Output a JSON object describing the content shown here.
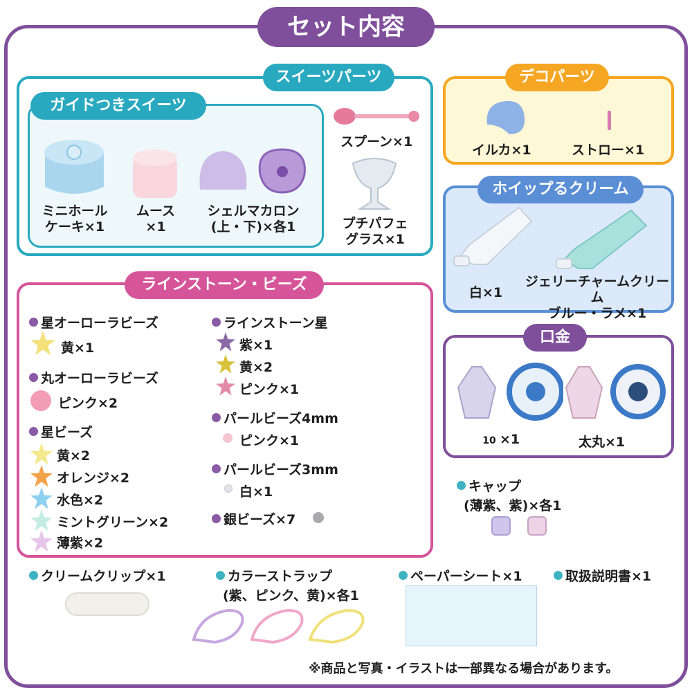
{
  "title": "セット内容",
  "sweets": {
    "label": "スイーツパーツ",
    "guide_label": "ガイドつきスイーツ",
    "items": [
      {
        "line1": "ミニホール",
        "line2": "ケーキ×1"
      },
      {
        "line1": "ムース",
        "line2": "×1"
      },
      {
        "line1": "シェルマカロン",
        "line2": "(上・下)×各1"
      }
    ],
    "spoon": "スプーン×1",
    "parfait": {
      "line1": "プチパフェ",
      "line2": "グラス×1"
    }
  },
  "deco": {
    "label": "デコパーツ",
    "items": [
      "イルカ×1",
      "ストロー×1"
    ]
  },
  "cream": {
    "label": "ホイップるクリーム",
    "white": "白×1",
    "jelly": {
      "line1": "ジェリーチャームクリーム",
      "line2": "ブルー・ラメ×1"
    }
  },
  "kuchigane": {
    "label": "口金",
    "item1_num": "10",
    "item1_count": "×1",
    "item2": "太丸×1"
  },
  "stones": {
    "label": "ラインストーン・ビーズ",
    "left": [
      {
        "head": "星オーローラビーズ",
        "sub": [
          "黄×1"
        ]
      },
      {
        "head": "丸オーローラビーズ",
        "sub": [
          "ピンク×2"
        ]
      },
      {
        "head": "星ビーズ",
        "sub": [
          "黄×2",
          "オレンジ×2",
          "水色×2",
          "ミントグリーン×2",
          "薄紫×2"
        ]
      }
    ],
    "right": [
      {
        "head": "ラインストーン星",
        "sub": [
          "紫×1",
          "黄×2",
          "ピンク×1"
        ]
      },
      {
        "head": "パールビーズ4mm",
        "sub": [
          "ピンク×1"
        ]
      },
      {
        "head": "パールビーズ3mm",
        "sub": [
          "白×1"
        ]
      },
      {
        "head": "銀ビーズ×7",
        "sub": []
      }
    ]
  },
  "cap": {
    "line1": "キャップ",
    "line2": "(薄紫、紫)×各1"
  },
  "bottom": {
    "clip": "クリームクリップ×1",
    "strap": {
      "line1": "カラーストラップ",
      "line2": "(紫、ピンク、黄)×各1"
    },
    "sheet": "ペーパーシート×1",
    "manual": "取扱説明書×1"
  },
  "note": "※商品と写真・イラストは一部異なる場合があります。",
  "colors": {
    "purple": "#7f4f9b",
    "teal": "#29a9c0",
    "yellow": "#f5a623",
    "blue": "#5a8fd6",
    "pink": "#d6559a"
  }
}
